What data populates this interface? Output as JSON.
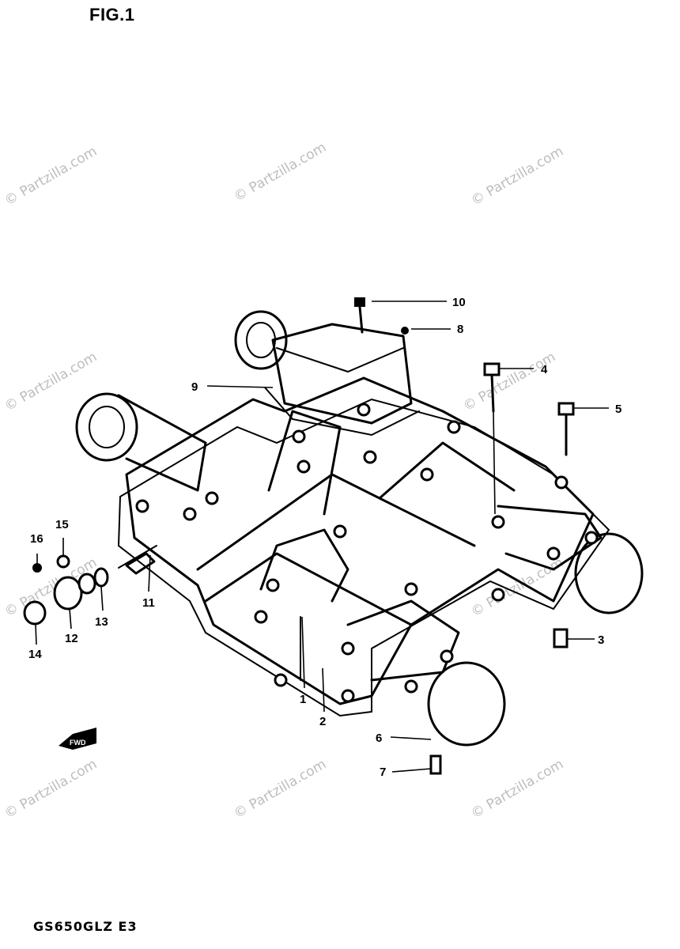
{
  "figure": {
    "title": "FIG.1",
    "model_code": "GS650GLZ E3"
  },
  "watermark": {
    "text": "© Partzilla.com",
    "color": "#bdbdbd"
  },
  "fwd_arrow": {
    "label": "FWD"
  },
  "callouts": [
    {
      "id": "c1",
      "label": "1"
    },
    {
      "id": "c2",
      "label": "2"
    },
    {
      "id": "c3",
      "label": "3"
    },
    {
      "id": "c4",
      "label": "4"
    },
    {
      "id": "c5",
      "label": "5"
    },
    {
      "id": "c6",
      "label": "6"
    },
    {
      "id": "c7",
      "label": "7"
    },
    {
      "id": "c8",
      "label": "8"
    },
    {
      "id": "c9",
      "label": "9"
    },
    {
      "id": "c10",
      "label": "10"
    },
    {
      "id": "c11",
      "label": "11"
    },
    {
      "id": "c12",
      "label": "12"
    },
    {
      "id": "c13",
      "label": "13"
    },
    {
      "id": "c14",
      "label": "14"
    },
    {
      "id": "c15",
      "label": "15"
    },
    {
      "id": "c16",
      "label": "16"
    }
  ]
}
